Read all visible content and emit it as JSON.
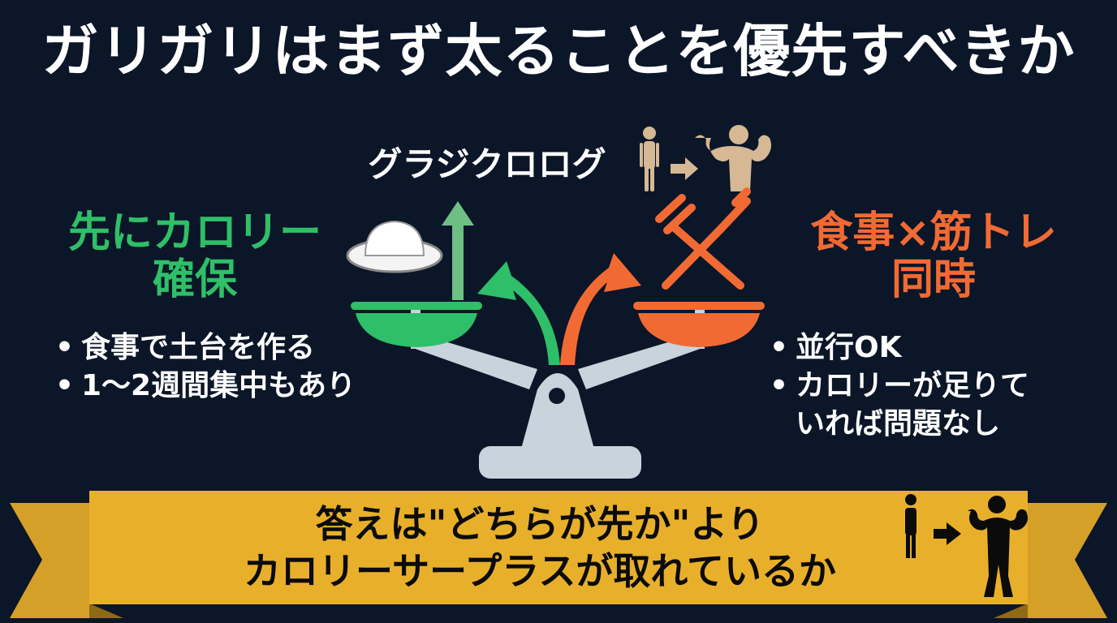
{
  "title": "ガリガリはまず太ることを優先すべきか",
  "brand": "グラジクロログ",
  "left": {
    "heading_line1": "先にカロリー",
    "heading_line2": "確保",
    "bullets": [
      "食事で土台を作る",
      "1〜2週間集中もあり"
    ],
    "color": "#2fbf68"
  },
  "right": {
    "heading_line1": "食事×筋トレ",
    "heading_line2": "同時",
    "bullets": [
      "並行OK",
      "カロリーが足りて",
      "いれば問題なし"
    ],
    "color": "#f26a33"
  },
  "banner": {
    "line1": "答えは\"どちらが先か\"より",
    "line2": "カロリーサープラスが取れているか",
    "color": "#e8b02a"
  },
  "icons": {
    "top_progress": [
      "thin-person-icon",
      "arrow-right-icon",
      "muscular-person-icon"
    ],
    "left_food": "rice-plate-icon",
    "right_food": "dumbbell-fork-icon",
    "banner_progress": [
      "thin-person-icon",
      "arrow-right-icon",
      "bodybuilder-icon"
    ]
  },
  "colors": {
    "background": "#0b1628",
    "scale": "#c9d3dc",
    "skin": "#d6b894"
  }
}
